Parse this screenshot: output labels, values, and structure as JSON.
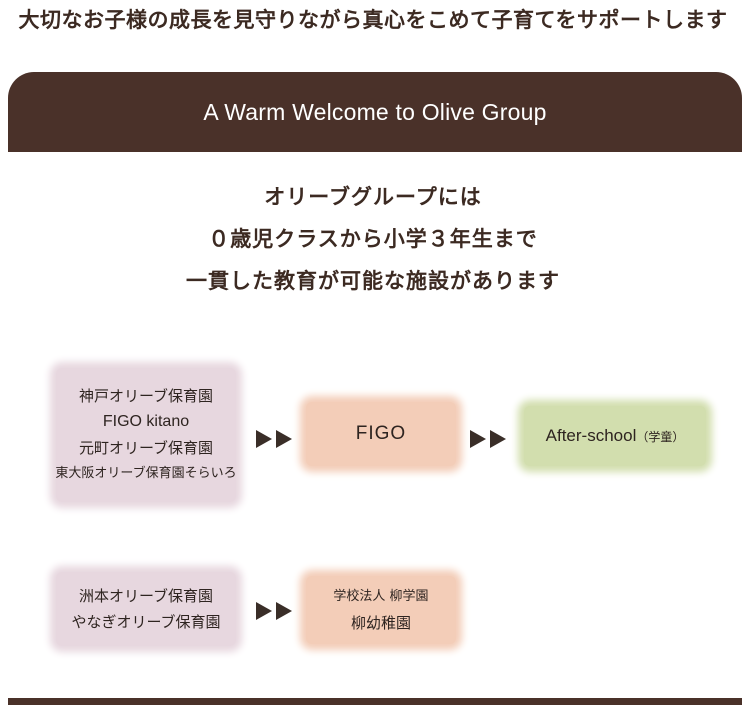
{
  "tagline": "大切なお子様の成長を見守りながら真心をこめて子育てをサポートします",
  "banner": {
    "title": "A Warm Welcome to Olive Group"
  },
  "intro": {
    "lines": [
      "オリーブグループには",
      "０歳児クラスから小学３年生まで",
      "一貫した教育が可能な施設があります"
    ]
  },
  "row1": {
    "nurseries": [
      "神戸オリーブ保育園",
      "FIGO kitano",
      "元町オリーブ保育園",
      "東大阪オリーブ保育園そらいろ"
    ],
    "figo": "FIGO",
    "after_school": {
      "label": "After-school",
      "note": "（学童）"
    }
  },
  "row2": {
    "nurseries": [
      "洲本オリーブ保育園",
      "やなぎオリーブ保育園"
    ],
    "kindergarten": [
      "学校法人 柳学園",
      "柳幼稚園"
    ]
  },
  "colors": {
    "brown": "#4a3129",
    "lilac": "#e7d7df",
    "salmon": "#f3cdb8",
    "green": "#d2deae"
  },
  "icons": {
    "arrow": "double-triangle-right-icon"
  }
}
